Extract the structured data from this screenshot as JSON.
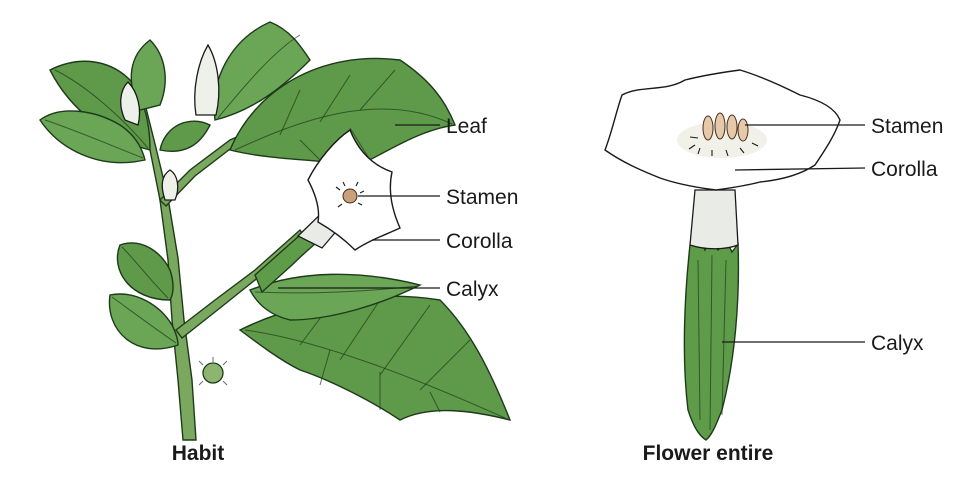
{
  "figure": {
    "habit": {
      "caption": "Habit",
      "labels": {
        "leaf": "Leaf",
        "stamen": "Stamen",
        "corolla": "Corolla",
        "calyx": "Calyx"
      }
    },
    "flower": {
      "caption": "Flower entire",
      "labels": {
        "stamen": "Stamen",
        "corolla": "Corolla",
        "calyx": "Calyx"
      }
    }
  },
  "colors": {
    "leaf_green": "#5e9a4a",
    "petal_white": "#ffffff",
    "outline": "#1a1a1a"
  }
}
